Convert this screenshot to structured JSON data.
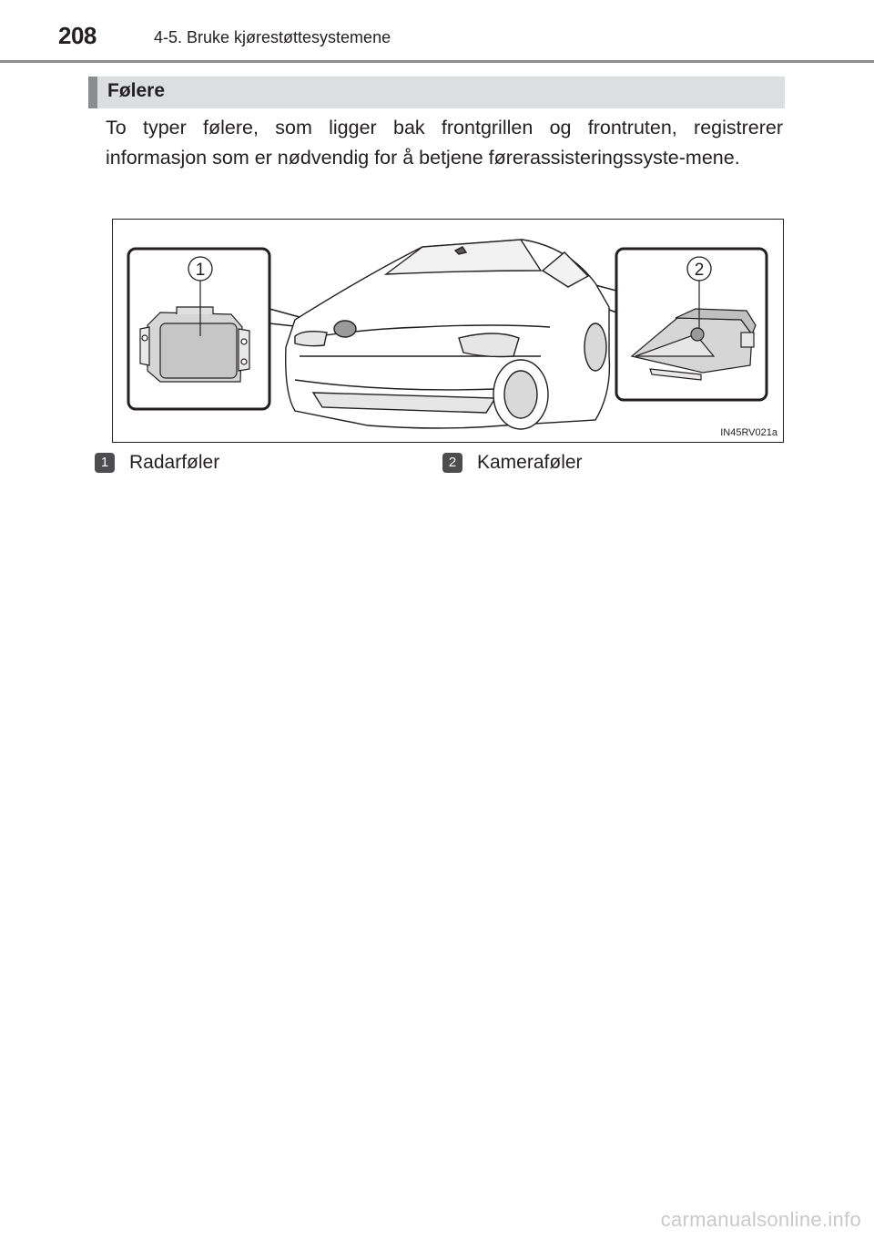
{
  "header": {
    "page_number": "208",
    "running_title": "4-5. Bruke kjørestøttesystemene"
  },
  "section": {
    "title": "Følere"
  },
  "body": {
    "paragraph": "To typer følere, som ligger bak frontgrillen og frontruten, registrerer informasjon som er nødvendig for å betjene førerassisteringssyste-mene."
  },
  "figure": {
    "code": "IN45RV021a",
    "callouts": [
      "1",
      "2"
    ]
  },
  "captions": [
    {
      "number": "1",
      "label": "Radarføler"
    },
    {
      "number": "2",
      "label": "Kameraføler"
    }
  ],
  "watermark": "carmanualsonline.info"
}
